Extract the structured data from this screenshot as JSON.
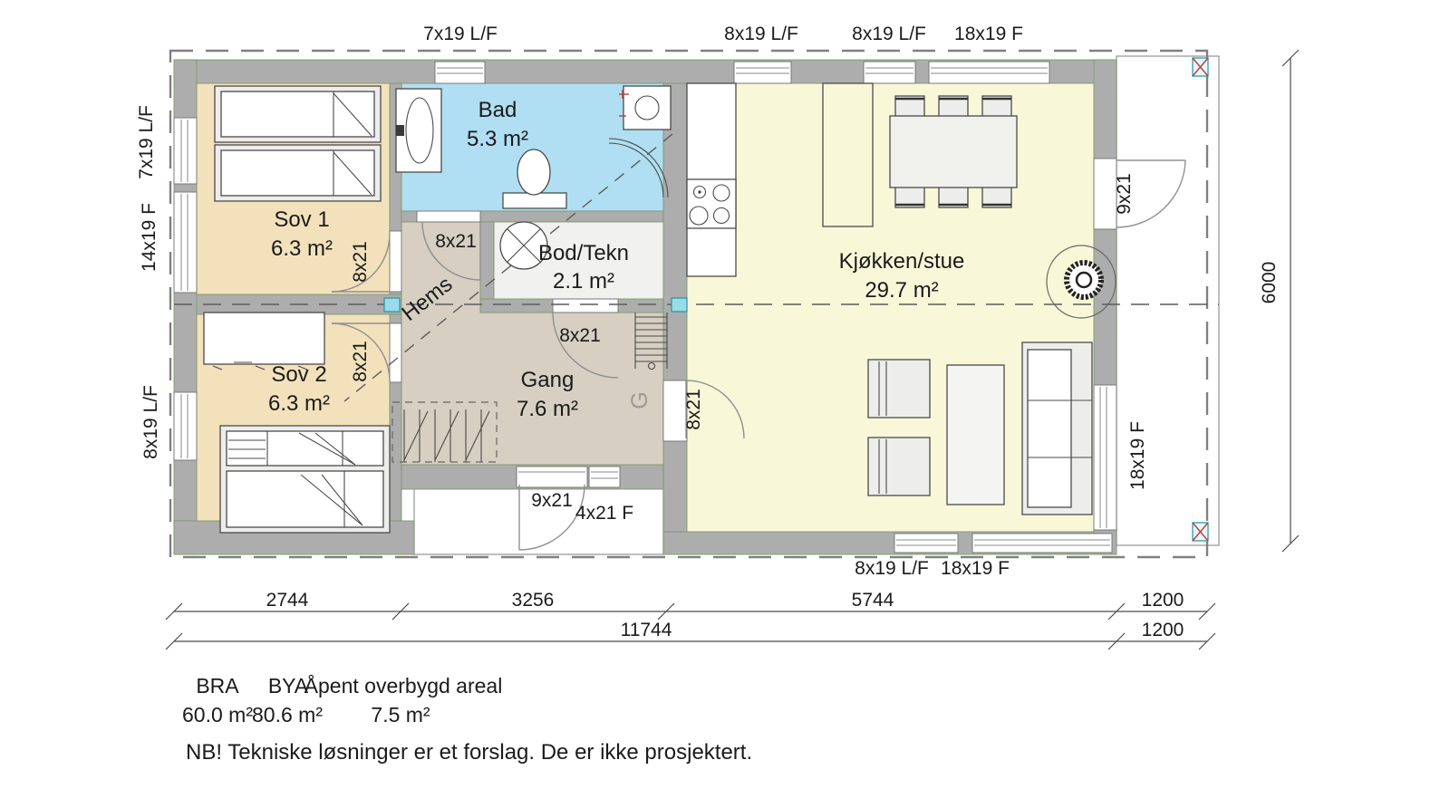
{
  "rooms": [
    {
      "name": "Sov 1",
      "area": "6.3 m²"
    },
    {
      "name": "Bad",
      "area": "5.3 m²"
    },
    {
      "name": "Bod/Tekn",
      "area": "2.1 m²"
    },
    {
      "name": "Gang",
      "area": "7.6 m²"
    },
    {
      "name": "Sov 2",
      "area": "6.3 m²"
    },
    {
      "name": "Kjøkken/stue",
      "area": "29.7 m²"
    }
  ],
  "loft": {
    "label": "Hems",
    "marker": "G"
  },
  "windows": {
    "top": [
      "7x19 L/F",
      "8x19 L/F",
      "8x19 L/F",
      "18x19 F"
    ],
    "left": [
      "7x19 L/F",
      "14x19 F",
      "8x19 L/F"
    ],
    "bottom": [
      "8x19 L/F",
      "18x19 F"
    ],
    "right": [
      "18x19 F"
    ]
  },
  "doors": {
    "bad": "8x21",
    "sov1": "8x21",
    "sov2": "8x21",
    "bod": "8x21",
    "stue": "8x21",
    "entrance": "9x21",
    "entrance_sidelight": "4x21 F",
    "terrace": "9x21"
  },
  "dimensions": {
    "row1": [
      "2744",
      "3256",
      "5744",
      "1200"
    ],
    "row2": [
      "11744",
      "1200"
    ],
    "height": "6000"
  },
  "summary": {
    "bra_label": "BRA",
    "bra_value": "60.0 m²",
    "bya_label": "BYA",
    "bya_value": "80.6 m²",
    "open_label": "Åpent overbygd areal",
    "open_value": "7.5 m²"
  },
  "note": "NB! Tekniske løsninger er et forslag. De er ikke prosjektert.",
  "colors": {
    "bedroom": "#f3e1bc",
    "bath": "#b0def2",
    "hall": "#d6cfc2",
    "storage": "#f1f1ef",
    "kitchen": "#f8f8d9",
    "wall": "#aeadad",
    "wall_edge": "#7a9a6a",
    "section_teal": "#9adbe8"
  }
}
